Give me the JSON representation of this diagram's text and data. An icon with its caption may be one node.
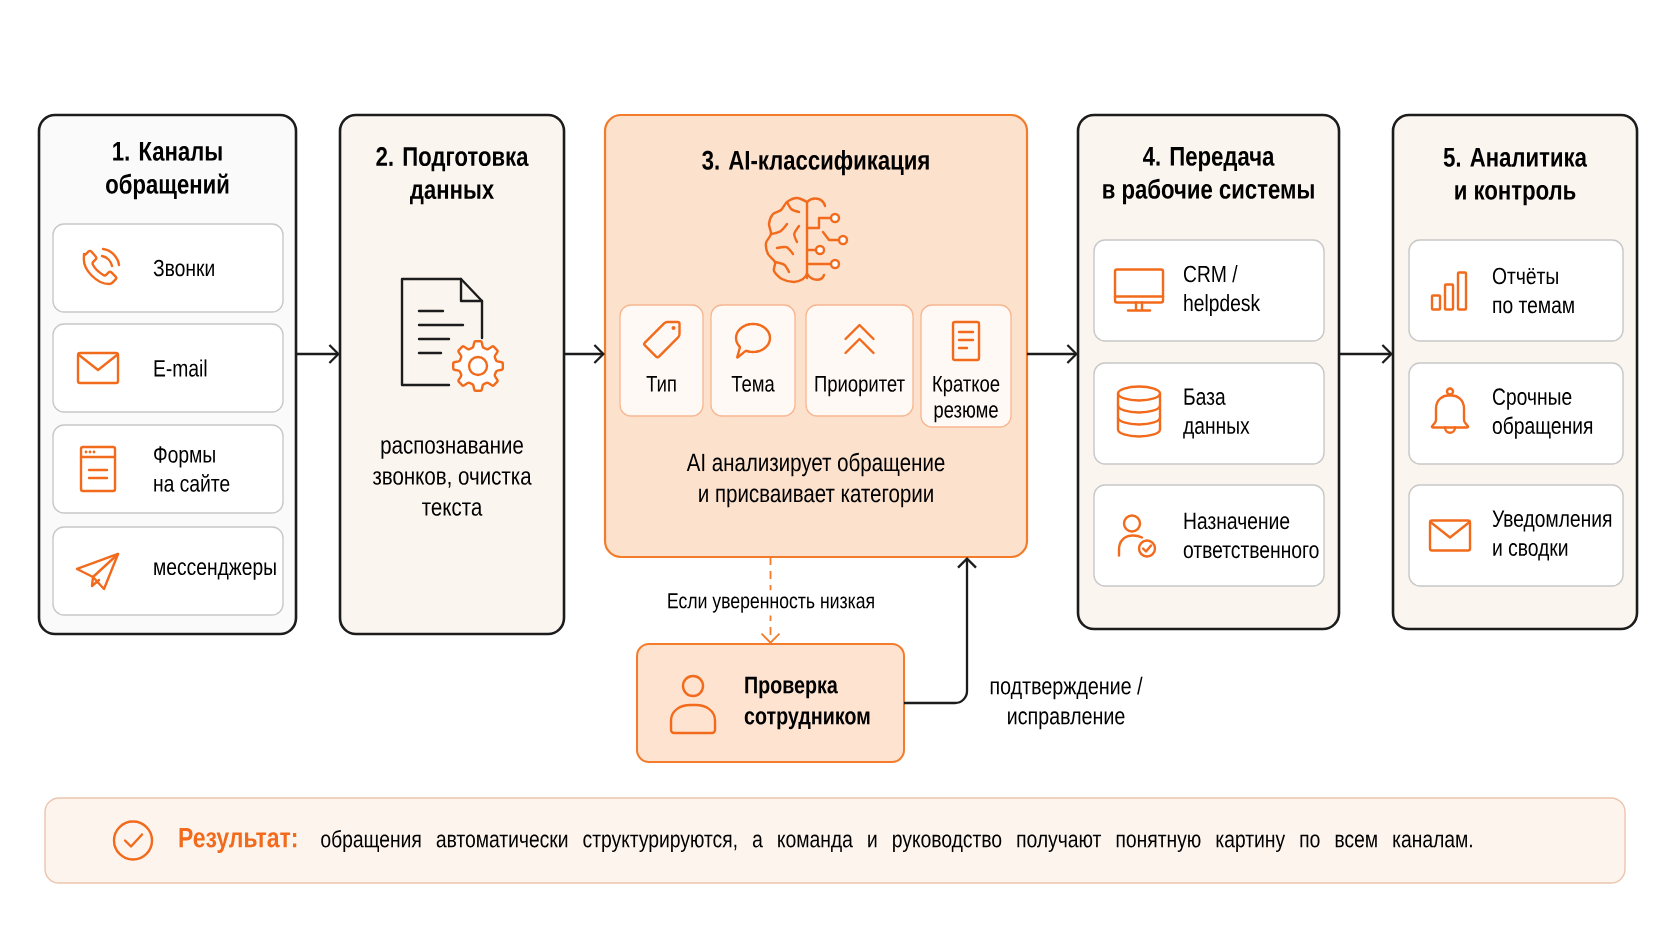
{
  "diagram": {
    "nodes": [
      {
        "text": [
          "1. Каналы обращений"
        ]
      },
      {
        "text": [
          "Звонки"
        ],
        "in": 0
      },
      {
        "text": [
          "E-mail"
        ],
        "in": 0
      },
      {
        "text": [
          "Формы на сайте"
        ],
        "in": 0
      },
      {
        "text": [
          "мессенджеры"
        ],
        "in": 0
      },
      {
        "text": [
          "2. Подготовка данных",
          "распознавание звонков, очистка текста"
        ]
      },
      {
        "text": [
          "3. AI-классификация",
          "AI анализирует обращение и присваивает категории"
        ]
      },
      {
        "text": [
          "Тип"
        ],
        "in": 6
      },
      {
        "text": [
          "Тема"
        ],
        "in": 6
      },
      {
        "text": [
          "Приоритет"
        ],
        "in": 6
      },
      {
        "text": [
          "Краткое резюме"
        ],
        "in": 6
      },
      {
        "text": [
          "4. Передача в рабочие системы"
        ]
      },
      {
        "text": [
          "CRM / helpdesk"
        ],
        "in": 11
      },
      {
        "text": [
          "База данных"
        ],
        "in": 11
      },
      {
        "text": [
          "Назначение ответственного"
        ],
        "in": 11
      },
      {
        "text": [
          "5. Аналитика и контроль"
        ]
      },
      {
        "text": [
          "Отчёты по темам"
        ],
        "in": 15
      },
      {
        "text": [
          "Срочные обращения"
        ],
        "in": 15
      },
      {
        "text": [
          "Уведомления и сводки"
        ],
        "in": 15
      },
      {
        "text": [
          "Проверка сотрудником"
        ]
      },
      {
        "text": [
          "Результат:",
          "обращения автоматически структурируются, а команда и руководство получают понятную картину по всем каналам."
        ]
      }
    ],
    "edges": [
      {
        "from": 0,
        "to": 5,
        "arrow": "to"
      },
      {
        "from": 5,
        "to": 6,
        "arrow": "to"
      },
      {
        "from": 6,
        "to": 11,
        "arrow": "to"
      },
      {
        "from": 11,
        "to": 15,
        "arrow": "to"
      },
      {
        "from": 6,
        "to": 19,
        "arrow": "to",
        "label": "Если уверенность низкая",
        "style": "dashed",
        "color": "#f47b2a"
      },
      {
        "from": 19,
        "to": 6,
        "arrow": "to",
        "label": "подтверждение / исправление"
      }
    ]
  }
}
